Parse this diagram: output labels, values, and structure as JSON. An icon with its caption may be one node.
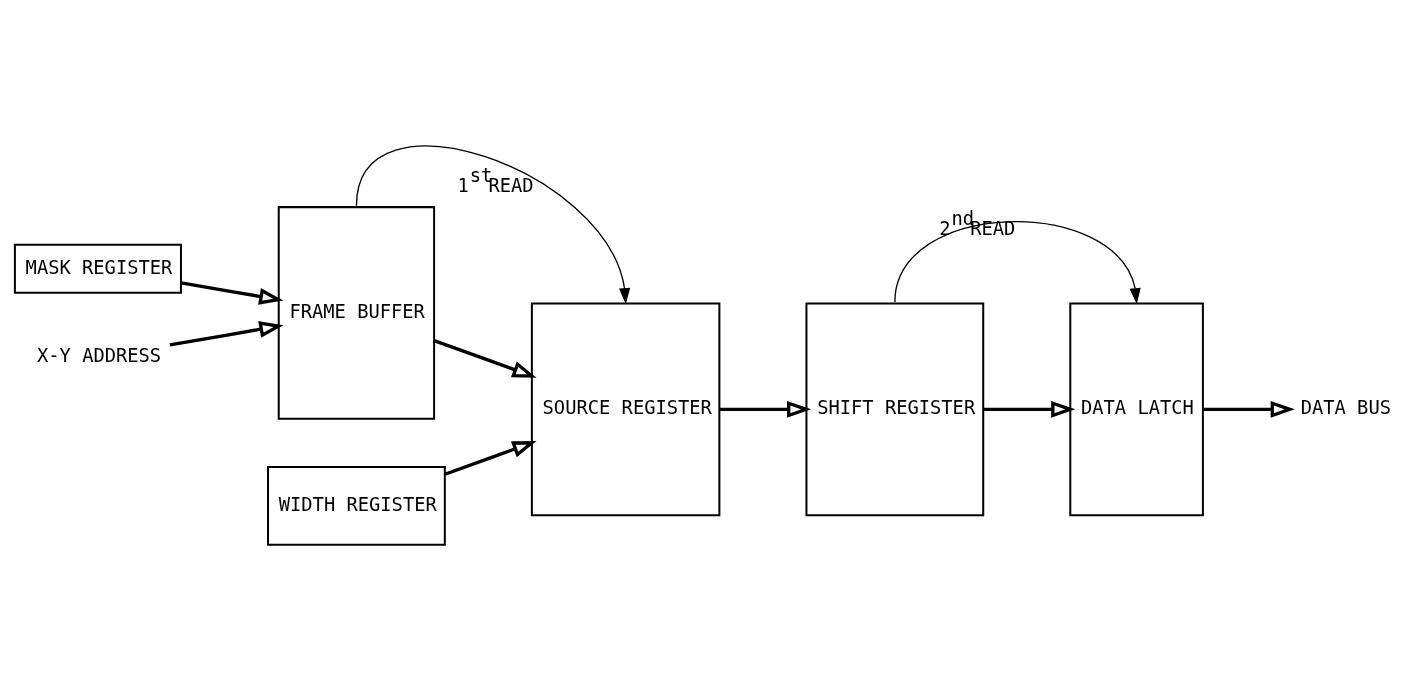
{
  "diagram": {
    "nodes": [
      {
        "text": [
          "MASK REGISTER"
        ]
      },
      {
        "text": [
          "FRAME BUFFER"
        ]
      },
      {
        "text": [
          "SOURCE REGISTER"
        ]
      },
      {
        "text": [
          "SHIFT REGISTER"
        ]
      },
      {
        "text": [
          "DATA LATCH"
        ]
      },
      {
        "text": [
          "WIDTH REGISTER"
        ]
      },
      {
        "text": [
          "X-Y ADDRESS"
        ]
      },
      {
        "text": [
          "DATA BUS"
        ]
      }
    ],
    "edges": [
      {
        "from": 0,
        "to": 1,
        "arrow": "to"
      },
      {
        "from": 6,
        "to": 1,
        "arrow": "to"
      },
      {
        "from": 1,
        "to": 2,
        "arrow": "to"
      },
      {
        "from": 5,
        "to": 2,
        "arrow": "to"
      },
      {
        "from": 2,
        "to": 3,
        "arrow": "to"
      },
      {
        "from": 3,
        "to": 4,
        "arrow": "to"
      },
      {
        "from": 4,
        "to": 7,
        "arrow": "to"
      },
      {
        "from": 1,
        "to": 2,
        "arrow": "to",
        "label": "1$^{st}$READ"
      },
      {
        "from": 3,
        "to": 4,
        "arrow": "to",
        "label": "2$^{nd}$READ"
      }
    ]
  }
}
